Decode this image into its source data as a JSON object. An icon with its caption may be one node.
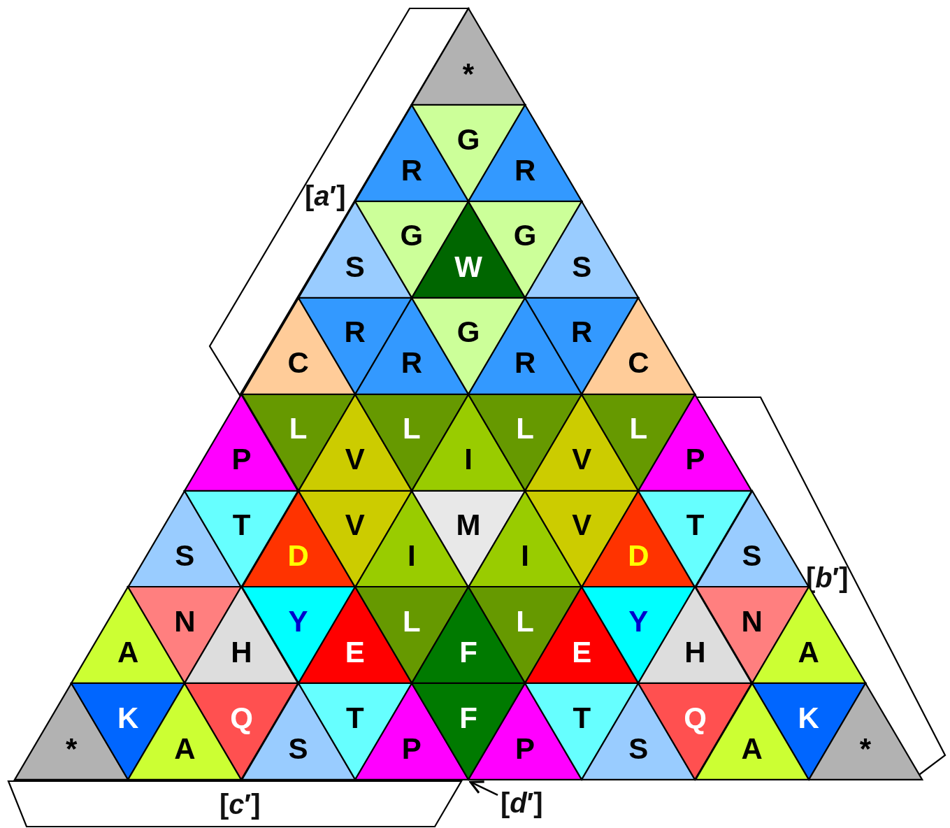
{
  "diagram": {
    "nodes": [
      {
        "text": [
          "*"
        ]
      },
      {
        "text": [
          "R"
        ]
      },
      {
        "text": [
          "G"
        ]
      },
      {
        "text": [
          "R"
        ]
      },
      {
        "text": [
          "S"
        ]
      },
      {
        "text": [
          "G"
        ]
      },
      {
        "text": [
          "W"
        ]
      },
      {
        "text": [
          "G"
        ]
      },
      {
        "text": [
          "S"
        ]
      },
      {
        "text": [
          "C"
        ]
      },
      {
        "text": [
          "R"
        ]
      },
      {
        "text": [
          "R"
        ]
      },
      {
        "text": [
          "G"
        ]
      },
      {
        "text": [
          "R"
        ]
      },
      {
        "text": [
          "R"
        ]
      },
      {
        "text": [
          "C"
        ]
      },
      {
        "text": [
          "P"
        ]
      },
      {
        "text": [
          "L"
        ]
      },
      {
        "text": [
          "V"
        ]
      },
      {
        "text": [
          "L"
        ]
      },
      {
        "text": [
          "I"
        ]
      },
      {
        "text": [
          "L"
        ]
      },
      {
        "text": [
          "V"
        ]
      },
      {
        "text": [
          "L"
        ]
      },
      {
        "text": [
          "P"
        ]
      },
      {
        "text": [
          "S"
        ]
      },
      {
        "text": [
          "T"
        ]
      },
      {
        "text": [
          "D"
        ]
      },
      {
        "text": [
          "V"
        ]
      },
      {
        "text": [
          "I"
        ]
      },
      {
        "text": [
          "M"
        ]
      },
      {
        "text": [
          "I"
        ]
      },
      {
        "text": [
          "V"
        ]
      },
      {
        "text": [
          "D"
        ]
      },
      {
        "text": [
          "T"
        ]
      },
      {
        "text": [
          "S"
        ]
      },
      {
        "text": [
          "A"
        ]
      },
      {
        "text": [
          "N"
        ]
      },
      {
        "text": [
          "H"
        ]
      },
      {
        "text": [
          "Y"
        ]
      },
      {
        "text": [
          "E"
        ]
      },
      {
        "text": [
          "L"
        ]
      },
      {
        "text": [
          "F"
        ]
      },
      {
        "text": [
          "L"
        ]
      },
      {
        "text": [
          "E"
        ]
      },
      {
        "text": [
          "Y"
        ]
      },
      {
        "text": [
          "H"
        ]
      },
      {
        "text": [
          "N"
        ]
      },
      {
        "text": [
          "A"
        ]
      },
      {
        "text": [
          "*"
        ]
      },
      {
        "text": [
          "K"
        ]
      },
      {
        "text": [
          "A"
        ]
      },
      {
        "text": [
          "Q"
        ]
      },
      {
        "text": [
          "S"
        ]
      },
      {
        "text": [
          "T"
        ]
      },
      {
        "text": [
          "P"
        ]
      },
      {
        "text": [
          "F"
        ]
      },
      {
        "text": [
          "P"
        ]
      },
      {
        "text": [
          "T"
        ]
      },
      {
        "text": [
          "S"
        ]
      },
      {
        "text": [
          "Q"
        ]
      },
      {
        "text": [
          "A"
        ]
      },
      {
        "text": [
          "K"
        ]
      },
      {
        "text": [
          "*"
        ]
      },
      {
        "text": [
          "[*a*′]"
        ]
      },
      {
        "text": [
          "[*b*′]"
        ]
      },
      {
        "text": [
          "[*c*′]"
        ]
      },
      {
        "text": [
          "[*d*′]"
        ]
      }
    ],
    "edges": [
      {
        "from": 67,
        "to": 56,
        "arrow": "to"
      }
    ]
  }
}
